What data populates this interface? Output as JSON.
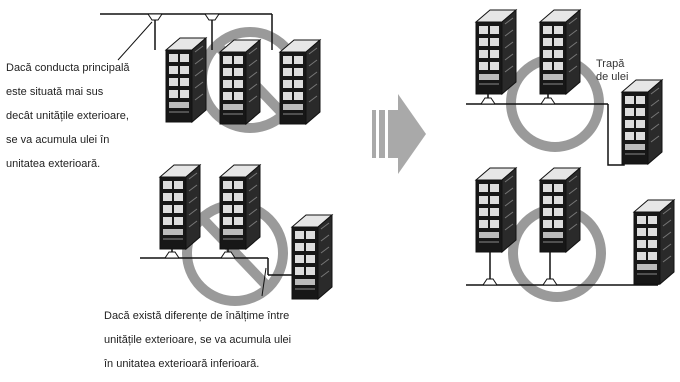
{
  "captions": {
    "top_left": [
      "Dacă conducta principală",
      "este situată mai sus",
      "decât unitățile exterioare,",
      "se va acumula ulei în",
      "unitatea exterioară."
    ],
    "bottom_left": [
      "Dacă există diferențe de înălțime între",
      "unitățile exterioare, se va acumula ulei",
      "în unitatea exterioară inferioară."
    ],
    "oil_trap": [
      "Trapă",
      "de ulei"
    ]
  },
  "colors": {
    "prohibition_ring": "#9a9a9a",
    "unit_body": "#1a1a1a",
    "arrow": "#a9a9a9",
    "pipe": "#111111"
  },
  "icons": {
    "outdoor_unit": "outdoor-unit-icon",
    "prohibition": "prohibition-icon",
    "direction_arrow": "arrow-right-icon"
  }
}
